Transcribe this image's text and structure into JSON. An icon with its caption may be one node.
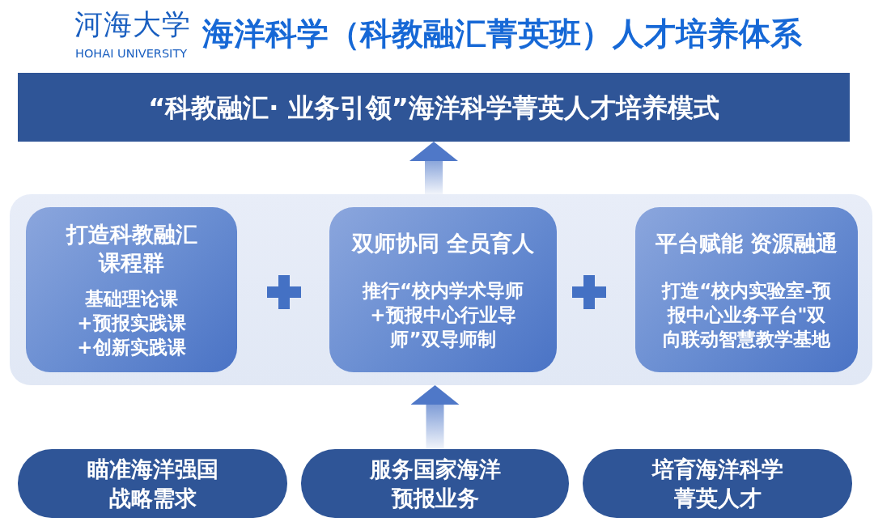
{
  "diagram": {
    "title": "海洋科学（科教融汇菁英班）人才培养体系",
    "nodes": [
      {
        "text": [
          "“科教融汇· 业务引领”海洋科学菁英人才培养模式"
        ]
      },
      {
        "text": [],
        "shape": "box"
      },
      {
        "text": [
          "打造科教融汇课程群",
          "基础理论课+预报实践课+创新实践课"
        ],
        "in": 1
      },
      {
        "text": [
          "双师协同 全员育人",
          "推行“校内学术导师+预报中心行业导师”双导师制"
        ],
        "in": 1
      },
      {
        "text": [
          "平台赋能 资源融通",
          "打造“校内实验室-预报中心业务平台\"双向联动智慧教学基地"
        ],
        "in": 1
      },
      {
        "text": [
          "瞄准海洋强国战略需求"
        ]
      },
      {
        "text": [
          "服务国家海洋预报业务"
        ]
      },
      {
        "text": [
          "培育海洋科学菁英人才"
        ]
      }
    ],
    "edges": [
      {
        "from": 1,
        "to": 0,
        "arrow": "to"
      },
      {
        "from": 6,
        "to": 1,
        "arrow": "to"
      }
    ],
    "labels": [
      "河海大学",
      "HOHAI UNIVERSITY"
    ]
  }
}
